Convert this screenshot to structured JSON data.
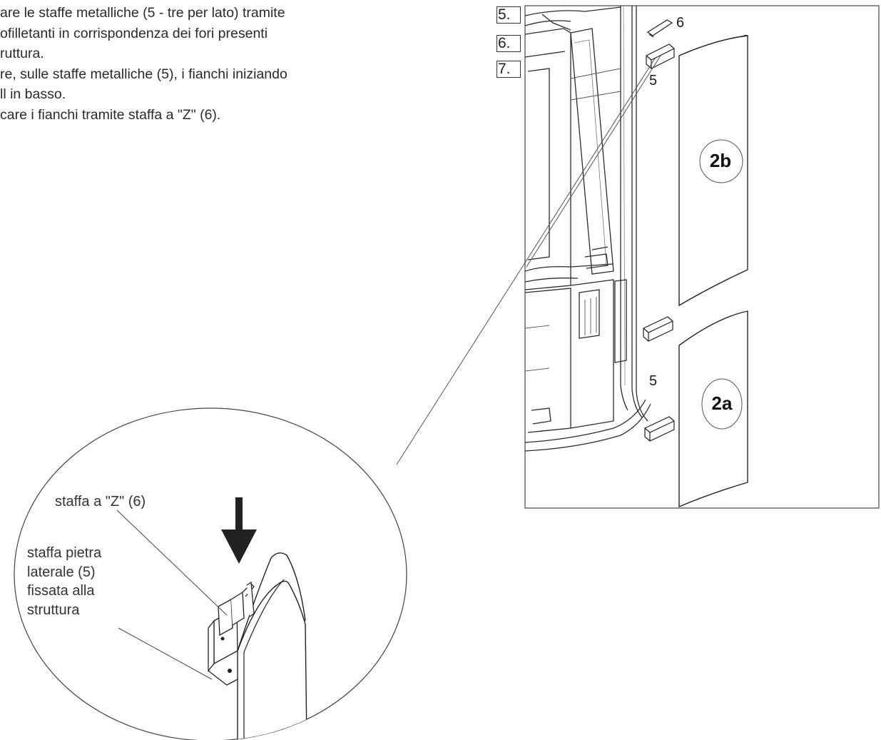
{
  "instructions": {
    "lines": [
      "are le staffe metalliche (5 - tre per lato) tramite",
      "ofilletanti in corrispondenza dei fori presenti",
      "ruttura.",
      "re, sulle staffe metalliche (5), i fianchi iniziando",
      "ll in basso.",
      "care i fianchi tramite staffa a \"Z\" (6)."
    ]
  },
  "steps": [
    "5.",
    "6.",
    "7."
  ],
  "main_figure": {
    "labels": {
      "bracket_z_top": "6",
      "bracket_side_top": "5",
      "bracket_side_bottom": "5",
      "panel_upper": "2b",
      "panel_lower": "2a"
    }
  },
  "detail": {
    "label_z_bracket": "staffa a \"Z\" (6)",
    "label_stone_bracket": [
      "staffa pietra",
      "laterale (5)",
      "fissata alla",
      "struttura"
    ]
  }
}
